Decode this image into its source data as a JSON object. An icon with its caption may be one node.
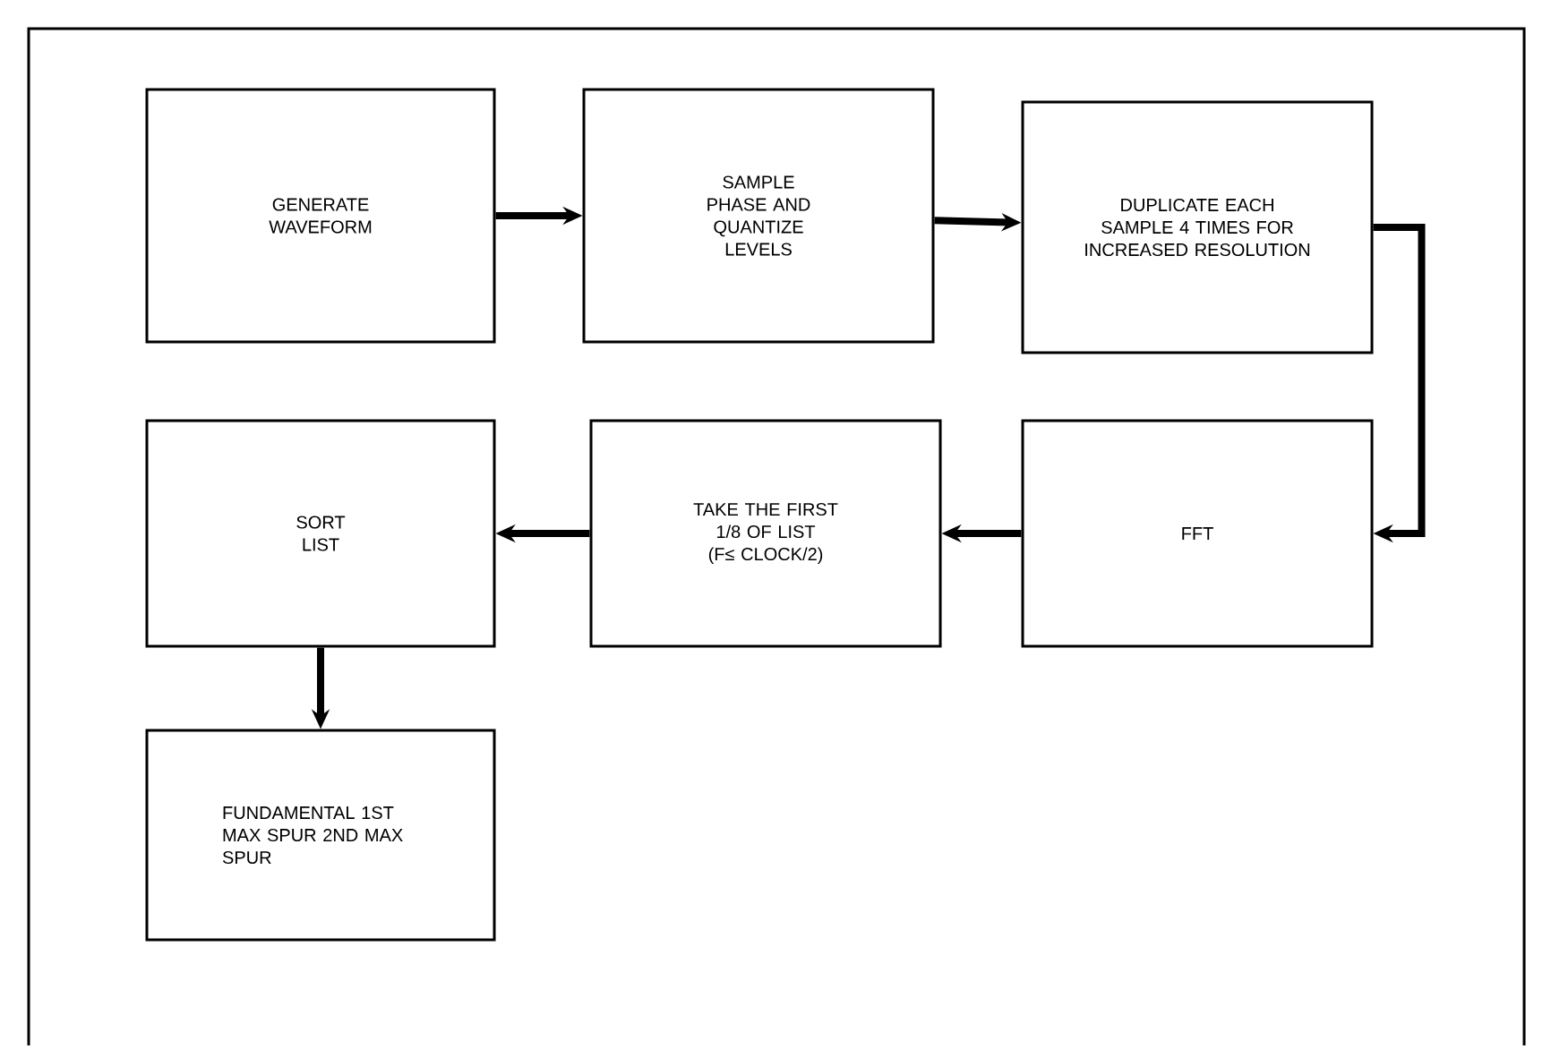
{
  "diagram": {
    "nodes": [
      {
        "text": [
          "GENERATE WAVEFORM"
        ]
      },
      {
        "text": [
          "SAMPLE PHASE AND QUANTIZE LEVELS"
        ]
      },
      {
        "text": [
          "DUPLICATE EACH SAMPLE 4 TIMES FOR INCREASED RESOLUTION"
        ]
      },
      {
        "text": [
          "SORT LIST"
        ]
      },
      {
        "text": [
          "TAKE THE FIRST 1/8 OF LIST (F≤ CLOCK/2)"
        ]
      },
      {
        "text": [
          "FFT"
        ]
      },
      {
        "text": [
          "FUNDAMENTAL 1ST MAX SPUR 2ND MAX SPUR"
        ]
      }
    ],
    "edges": [
      {
        "from": 0,
        "to": 1,
        "arrow": "to"
      },
      {
        "from": 1,
        "to": 2,
        "arrow": "to"
      },
      {
        "from": 2,
        "to": 5,
        "arrow": "to"
      },
      {
        "from": 5,
        "to": 4,
        "arrow": "to"
      },
      {
        "from": 4,
        "to": 3,
        "arrow": "to"
      },
      {
        "from": 3,
        "to": 6,
        "arrow": "to"
      }
    ]
  }
}
